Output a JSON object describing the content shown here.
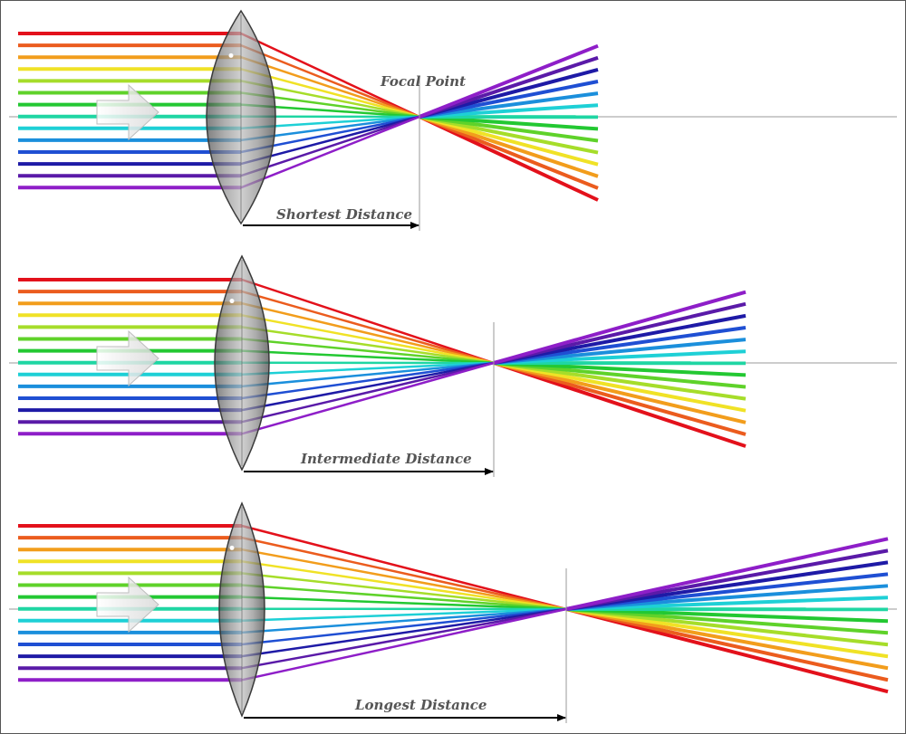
{
  "diagram": {
    "title": "",
    "focal_label": "Focal Point",
    "panels": [
      {
        "id": "short",
        "distance_label": "Shortest Distance"
      },
      {
        "id": "intermediate",
        "distance_label": "Intermediate Distance"
      },
      {
        "id": "long",
        "distance_label": "Longest Distance"
      }
    ],
    "colors": {
      "rays": [
        "#e3111b",
        "#eb5c1e",
        "#f29d1c",
        "#f0e226",
        "#a6dd2a",
        "#5fd22a",
        "#23c832",
        "#1fd6a3",
        "#1ed0d6",
        "#1b8fdc",
        "#1f4fd3",
        "#1e1aa6",
        "#5a1aa8",
        "#8e1ec8"
      ],
      "lens": "#8c8c8c",
      "axis": "#9a9a9a",
      "arrow": "#000000",
      "frame": "#555555"
    }
  }
}
